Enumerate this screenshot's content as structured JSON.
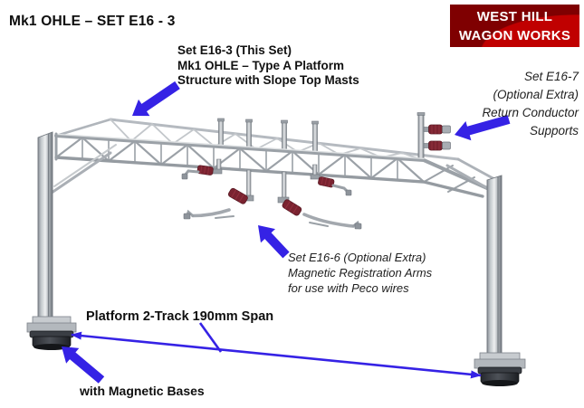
{
  "page": {
    "title": "Mk1 OHLE – SET E16 - 3",
    "background": "#FFFFFF"
  },
  "brand": {
    "line1": "WEST HILL",
    "line2": "WAGON WORKS",
    "bg": "#C00000",
    "accent": "#4A0002",
    "fg": "#FFFFFF"
  },
  "callouts": {
    "this_set": {
      "line1": "Set E16-3 (This Set)",
      "line2": "Mk1 OHLE – Type A Platform",
      "line3": "Structure with Slope Top Masts"
    },
    "e16_7": {
      "line1": "Set E16-7",
      "line2": "(Optional Extra)",
      "line3": "Return Conductor",
      "line4": "Supports"
    },
    "e16_6": {
      "line1": "Set E16-6 (Optional Extra)",
      "line2": "Magnetic Registration Arms",
      "line3": "for use with Peco wires"
    },
    "span": {
      "label": "Platform 2-Track 190mm Span"
    },
    "bases": {
      "label": "with Magnetic Bases"
    }
  },
  "colors": {
    "arrow": "#3522E5",
    "insulator": "#7A2330",
    "insulator_edge": "#561822",
    "metal": "#9BA1A7",
    "metal_light": "#D9DCDF",
    "magnet": "#2A2D32"
  }
}
